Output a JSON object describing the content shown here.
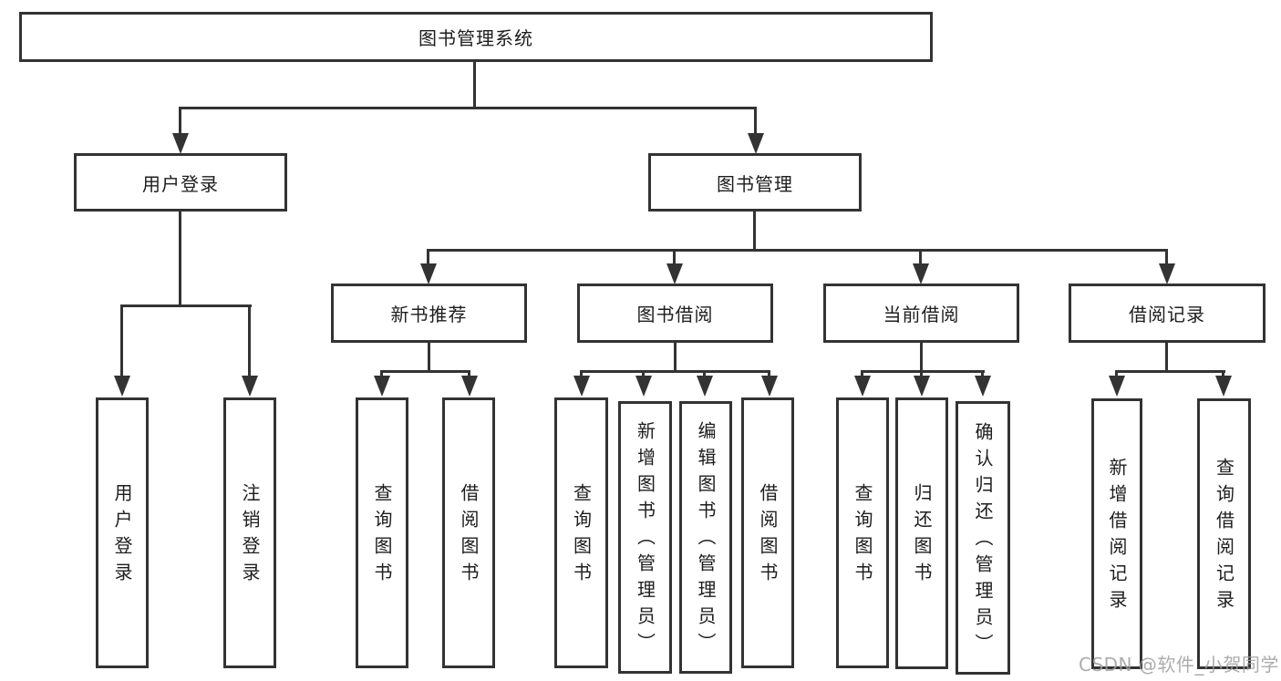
{
  "tree": {
    "root": {
      "label": "图书管理系统"
    },
    "branches": [
      {
        "label": "用户登录",
        "children": [
          {
            "label": "用户登录"
          },
          {
            "label": "注销登录"
          }
        ]
      },
      {
        "label": "图书管理",
        "sections": [
          {
            "label": "新书推荐",
            "children": [
              {
                "label": "查询图书"
              },
              {
                "label": "借阅图书"
              }
            ]
          },
          {
            "label": "图书借阅",
            "children": [
              {
                "label": "查询图书"
              },
              {
                "label": "新增图书（管理员）"
              },
              {
                "label": "编辑图书（管理员）"
              },
              {
                "label": "借阅图书"
              }
            ]
          },
          {
            "label": "当前借阅",
            "children": [
              {
                "label": "查询图书"
              },
              {
                "label": "归还图书"
              },
              {
                "label": "确认归还（管理员）"
              }
            ]
          },
          {
            "label": "借阅记录",
            "children": [
              {
                "label": "新增借阅记录"
              },
              {
                "label": "查询借阅记录"
              }
            ]
          }
        ]
      }
    ]
  },
  "colors": {
    "line": "#333333",
    "text": "#1d1d1d",
    "background": "#ffffff",
    "watermark": "#9e9e9e"
  },
  "watermark": {
    "text": "CSDN @软件_小贺同学"
  }
}
